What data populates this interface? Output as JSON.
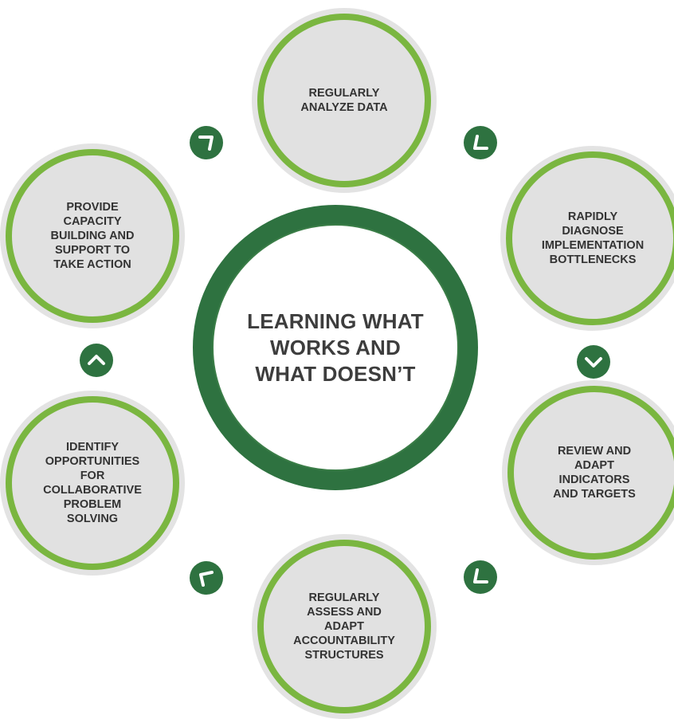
{
  "center": {
    "title": "LEARNING WHAT\nWORKS AND\nWHAT DOESN’T"
  },
  "nodes": [
    {
      "id": "top",
      "label": "REGULARLY\nANALYZE DATA"
    },
    {
      "id": "upper-right",
      "label": "RAPIDLY\nDIAGNOSE\nIMPLEMENTATION\nBOTTLENECKS"
    },
    {
      "id": "lower-right",
      "label": "REVIEW AND\nADAPT\nINDICATORS\nAND TARGETS"
    },
    {
      "id": "bottom",
      "label": "REGULARLY\nASSESS AND\nADAPT\nACCOUNTABILITY\nSTRUCTURES"
    },
    {
      "id": "lower-left",
      "label": "IDENTIFY\nOPPORTUNITIES\nFOR\nCOLLABORATIVE\nPROBLEM\nSOLVING"
    },
    {
      "id": "upper-left",
      "label": "PROVIDE\nCAPACITY\nBUILDING AND\nSUPPORT TO\nTAKE ACTION"
    }
  ],
  "arrows": [
    {
      "icon": "corner-arrow-down-right-icon"
    },
    {
      "icon": "corner-arrow-down-left-icon"
    },
    {
      "icon": "chevron-down-icon"
    },
    {
      "icon": "corner-arrow-up-left-icon"
    },
    {
      "icon": "corner-arrow-up-right-icon"
    },
    {
      "icon": "chevron-up-icon"
    }
  ],
  "colors": {
    "dark_green": "#2e7240",
    "light_green": "#7ab640",
    "node_gray": "#e1e1e1",
    "text": "#333333"
  }
}
